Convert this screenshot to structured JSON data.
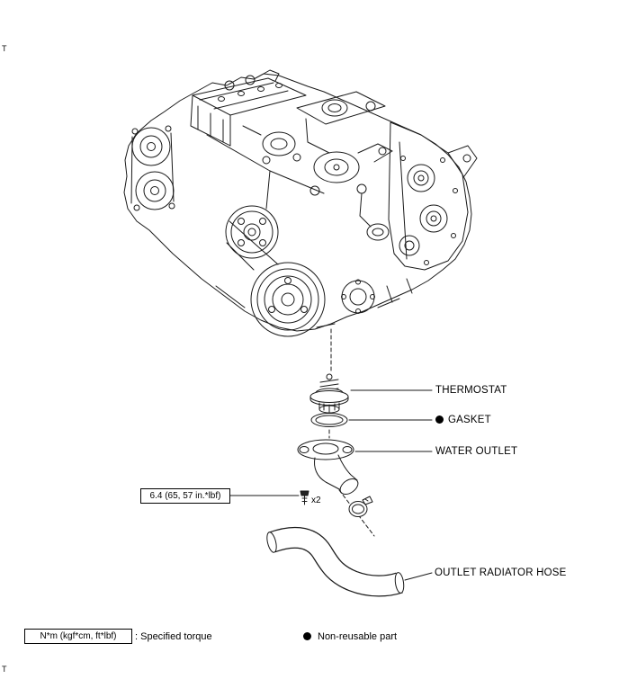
{
  "page": {
    "corner_top": "T",
    "corner_bottom": "T"
  },
  "labels": {
    "thermostat": "THERMOSTAT",
    "gasket": "GASKET",
    "water_outlet": "WATER OUTLET",
    "outlet_radiator_hose": "OUTLET RADIATOR HOSE"
  },
  "torque": {
    "spec": "6.4 (65, 57 in.*lbf)",
    "quantity": "x2"
  },
  "legend": {
    "torque_units": "N*m (kgf*cm, ft*lbf)",
    "torque_label": ": Specified torque",
    "non_reusable_label": "Non-reusable part"
  },
  "colors": {
    "line": "#1a1a1a",
    "background": "#ffffff"
  }
}
